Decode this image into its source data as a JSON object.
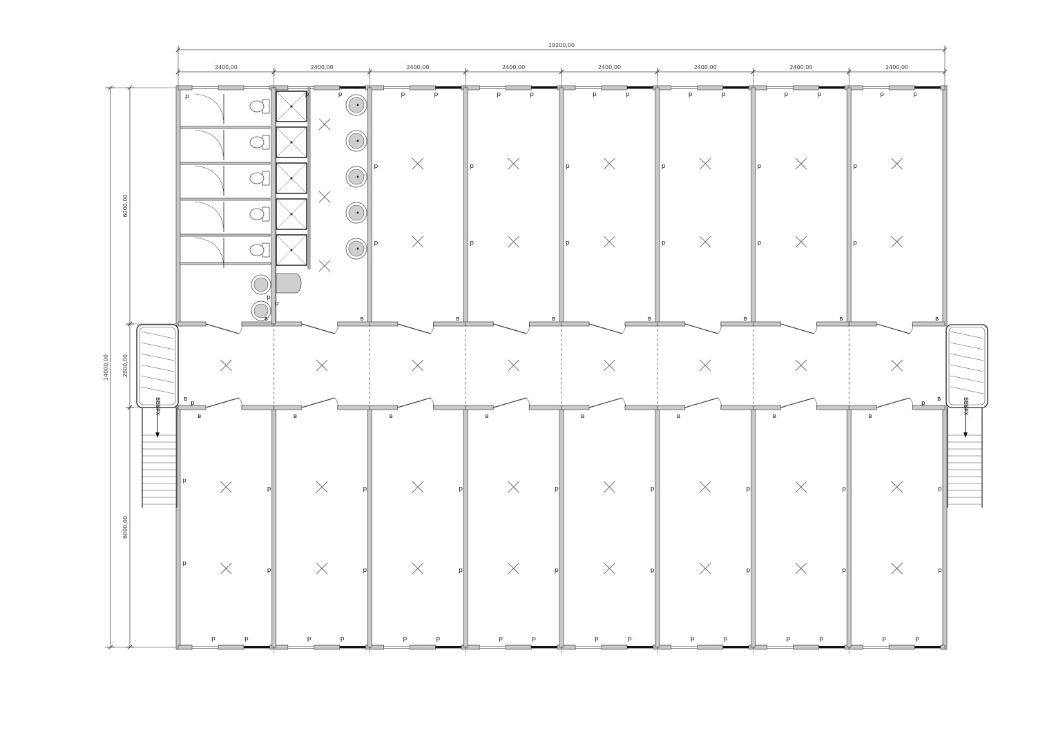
{
  "dimensions": {
    "total_width": "19200,00",
    "module_width": "2400,00",
    "total_height": "14000,00",
    "block_depth": "6000,00",
    "corridor_width": "2000,00"
  },
  "labels": {
    "socket": "р",
    "switch": "в",
    "stair_left": "ВВЕРХ",
    "stair_right": "ВВЕРХ"
  },
  "colors": {
    "wall_fill": "#c8c8c8",
    "wall_stroke": "#555555",
    "line": "#444444",
    "window_dark": "#111111",
    "fixture_fill": "#cfcfcf"
  },
  "icons": {
    "ceiling_light": "ceiling-light-icon",
    "toilet": "toilet-icon",
    "sink": "sink-icon",
    "shower": "shower-icon",
    "water_heater": "water-heater-icon",
    "door": "door-icon",
    "stair_arrow": "arrow-down-icon"
  }
}
